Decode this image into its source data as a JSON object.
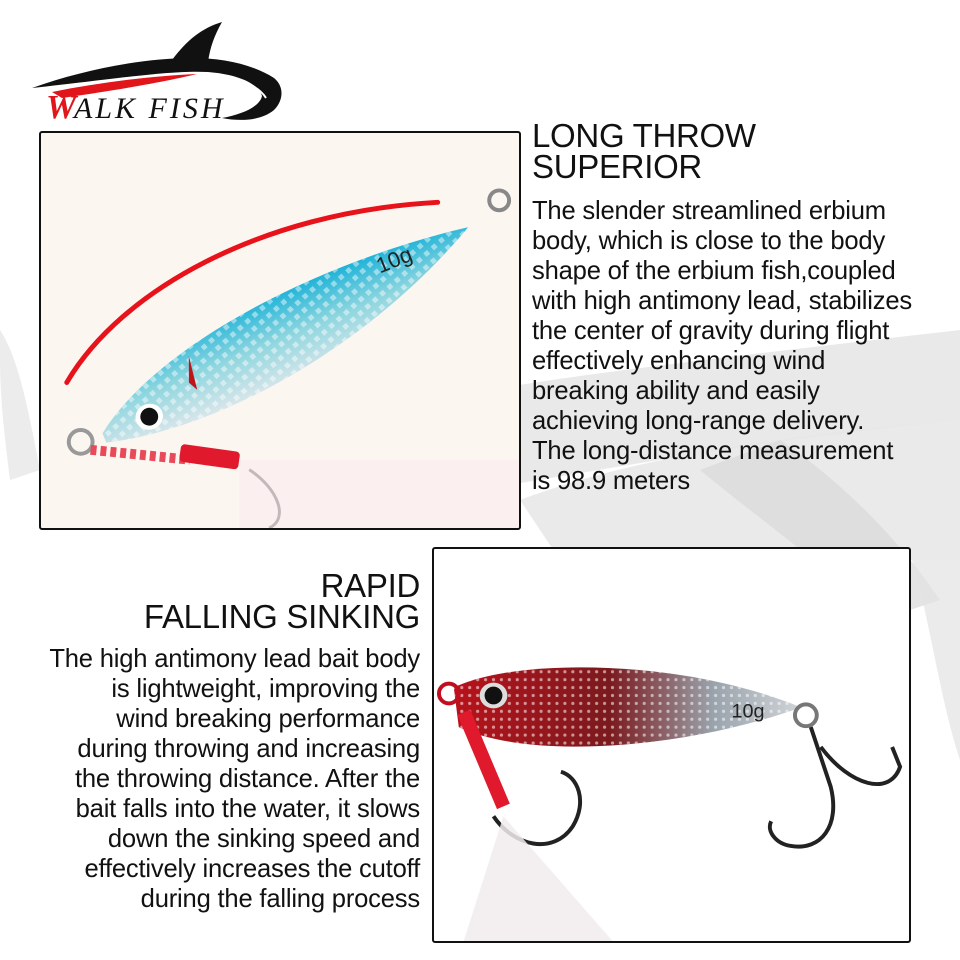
{
  "brand": {
    "logo_text": "WALK FISH",
    "logo_accent_color": "#e0161b",
    "logo_dark_color": "#111111"
  },
  "features": [
    {
      "title_lines": [
        "LONG THROW",
        "SUPERIOR"
      ],
      "body_lines": [
        "The slender streamlined erbium",
        "body, which is close  to the body",
        "shape of the erbium fish,coupled",
        "with high antimony lead, stabilizes",
        "the center of gravity during flight",
        "effectively enhancing wind",
        "breaking ability and easily",
        "achieving long-range delivery.",
        "The long-distance measurement",
        "is 98.9 meters"
      ],
      "image": {
        "subject": "blue-lure",
        "weight_label": "10g",
        "body_color": "#2fb6cf",
        "accent_color": "#e8121a"
      }
    },
    {
      "title_lines": [
        "RAPID",
        "FALLING SINKING"
      ],
      "body_lines": [
        "The high antimony lead bait body",
        "is lightweight, improving the",
        "wind breaking performance",
        "during throwing and increasing",
        "the throwing distance. After the",
        "bait falls into the water, it slows",
        "down the sinking speed and",
        "effectively increases the cutoff",
        "during the falling process"
      ],
      "image": {
        "subject": "red-lure",
        "weight_label": "10g",
        "body_color": "#b0141a",
        "accent_color": "#d8d8d8"
      }
    }
  ]
}
